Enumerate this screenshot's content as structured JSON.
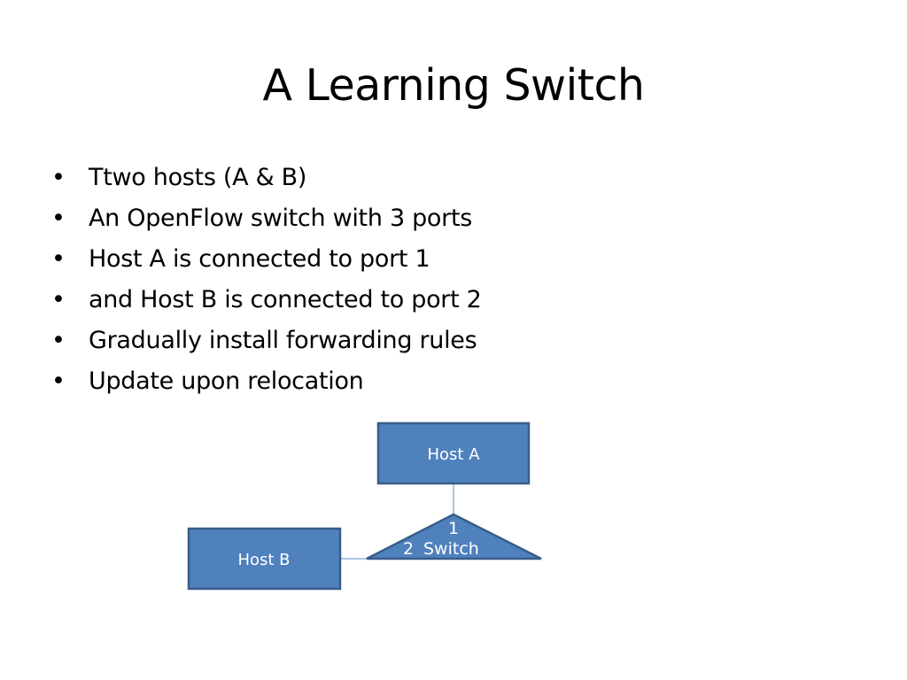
{
  "slide": {
    "title": "A Learning Switch",
    "bullet_glyph": "•",
    "bullets": [
      "Ttwo hosts (A & B)",
      "An OpenFlow switch with 3 ports",
      "Host A is connected to port 1",
      "and Host B is connected to port 2",
      "Gradually install forwarding rules",
      "Update upon relocation"
    ]
  },
  "diagram": {
    "fill_color": "#4f81bd",
    "stroke_color": "#385d8a",
    "link_color": "#95b3d7",
    "nodes": {
      "host_a": "Host A",
      "host_b": "Host B",
      "switch": "Switch"
    },
    "ports": {
      "port_1": "1",
      "port_2": "2"
    }
  }
}
